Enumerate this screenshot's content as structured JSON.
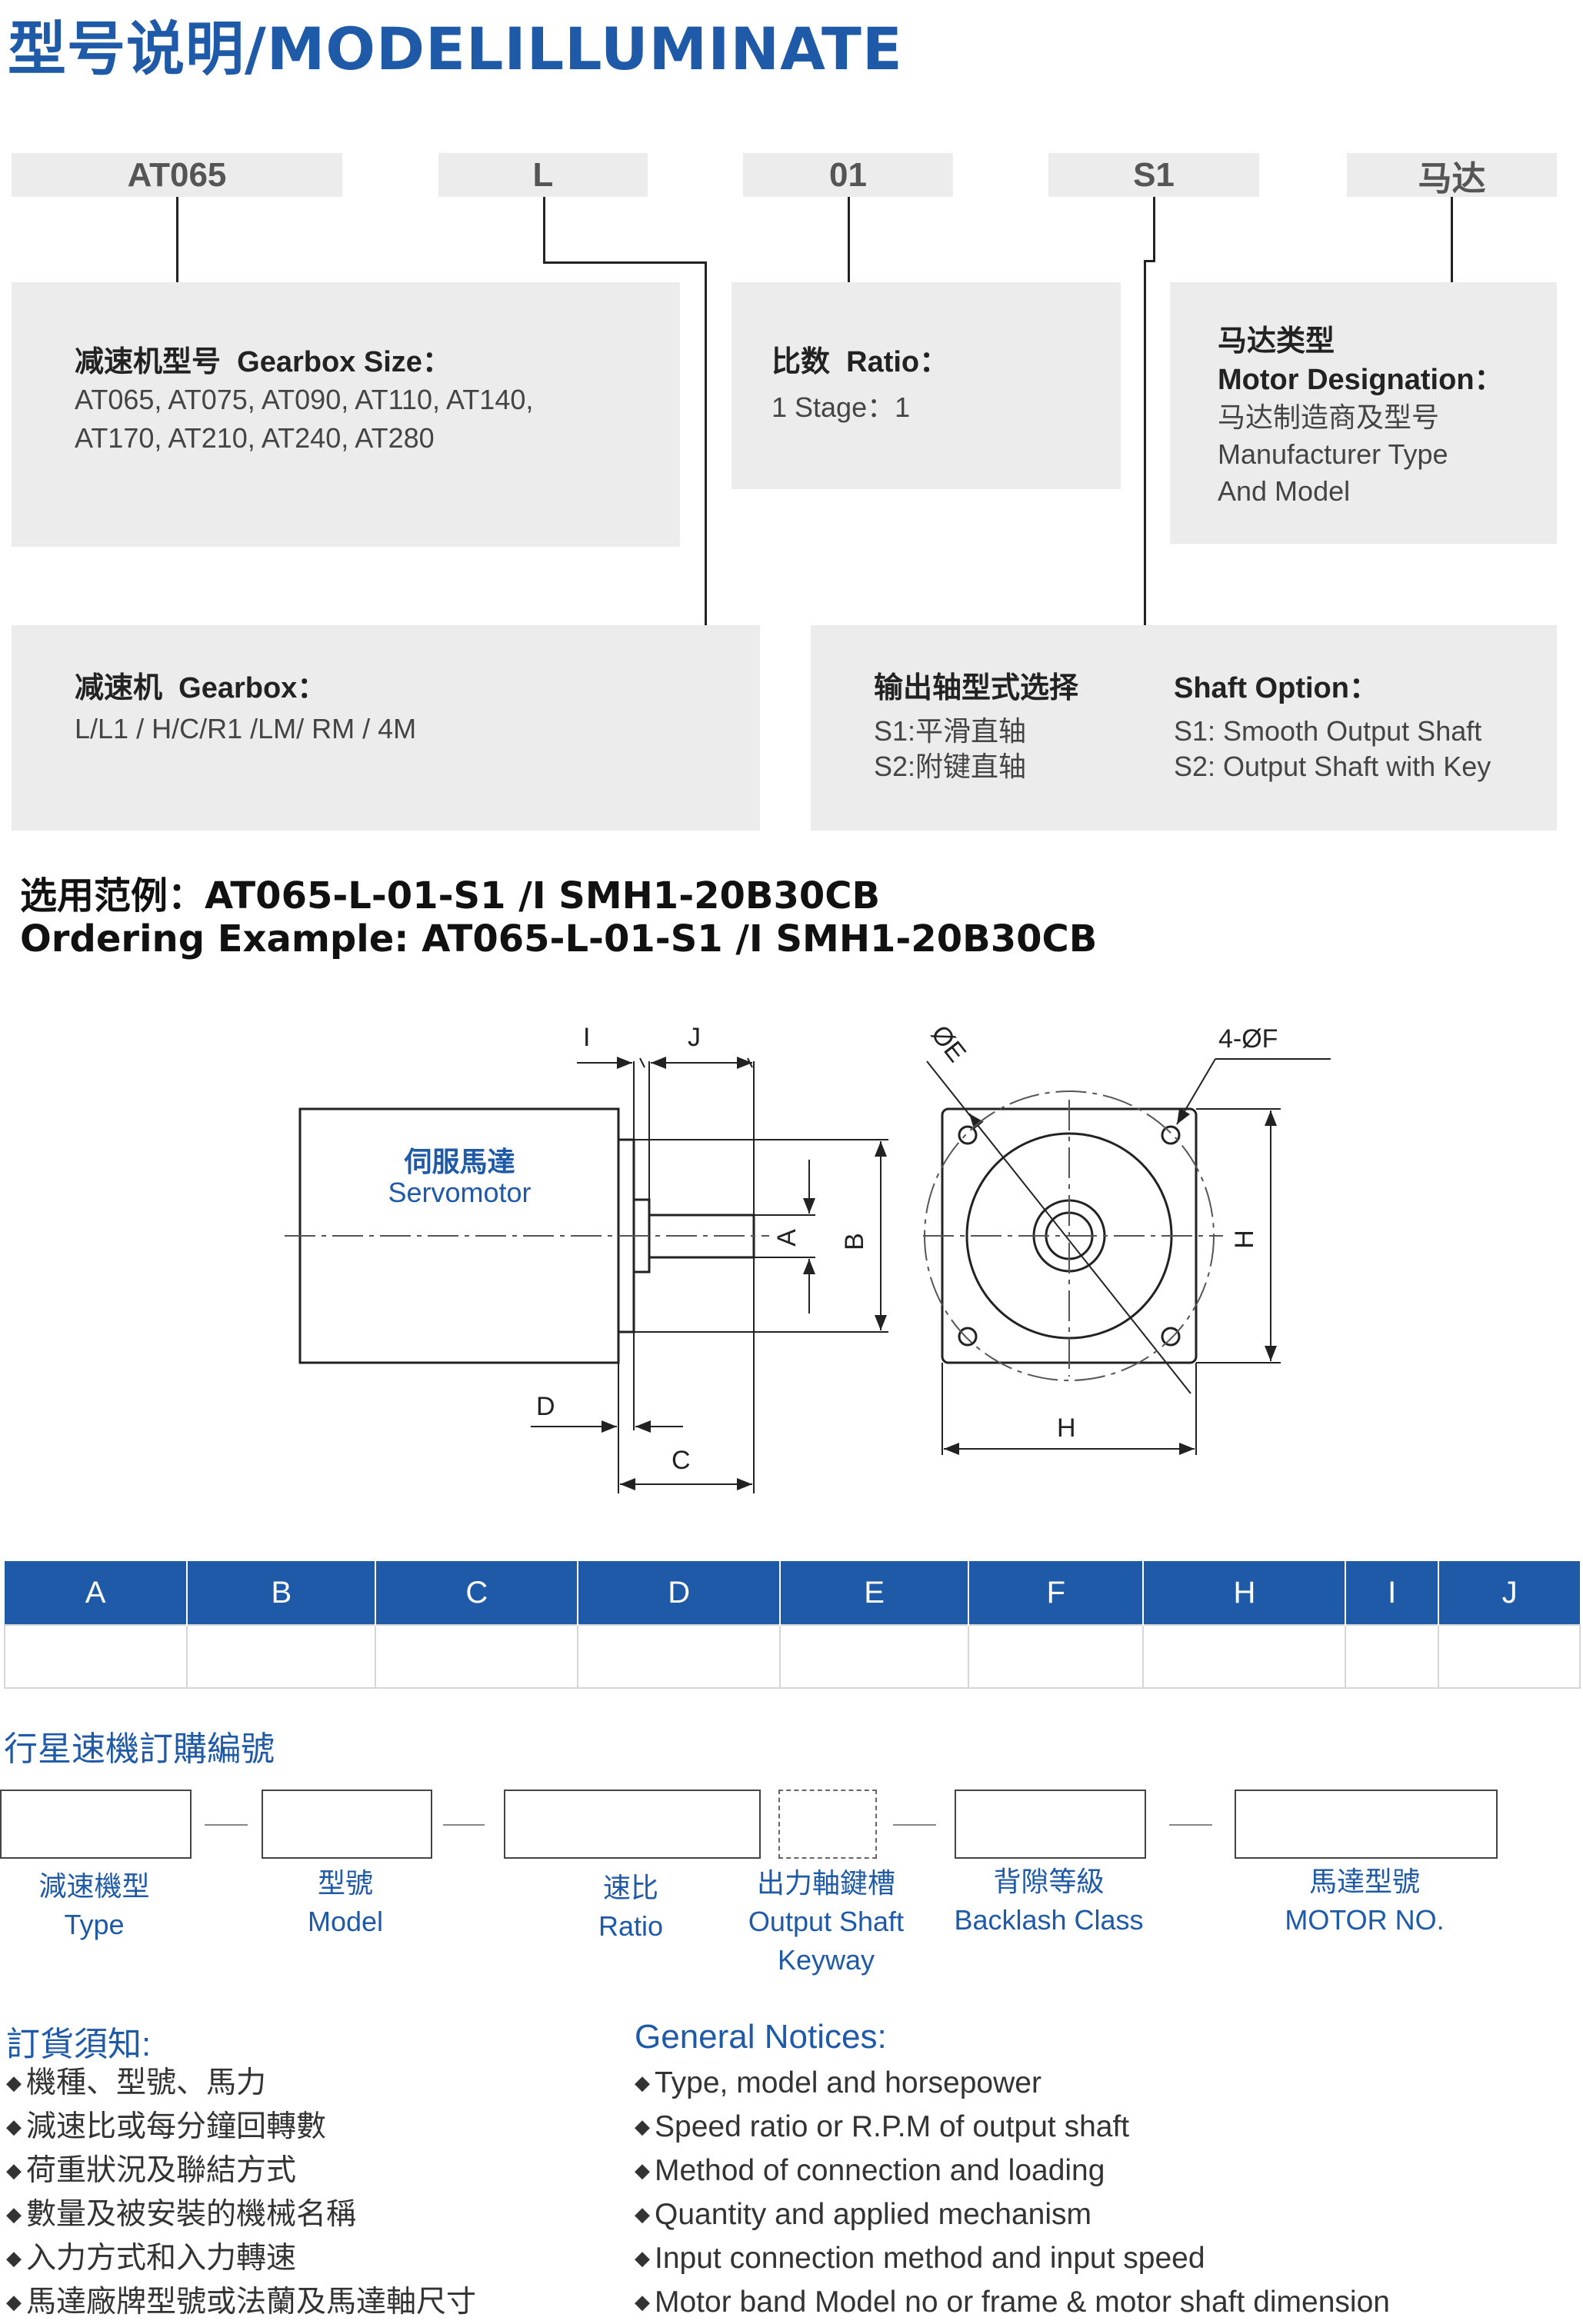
{
  "title": "型号说明/MODELILLUMINATE",
  "model_code": {
    "gearbox_size": "AT065",
    "gearbox_type": "L",
    "ratio": "01",
    "shaft": "S1",
    "motor": "马达"
  },
  "gearbox_size_box": {
    "heading_cn": "减速机型号",
    "heading_en": "Gearbox Size：",
    "line1": "AT065, AT075, AT090, AT110, AT140,",
    "line2": "AT170, AT210, AT240, AT280"
  },
  "ratio_box": {
    "heading_cn": "比数",
    "heading_en": "Ratio：",
    "line1": "1 Stage：1"
  },
  "motor_box": {
    "heading_cn": "马达类型",
    "heading_en": "Motor Designation：",
    "line1": "马达制造商及型号",
    "line2": "Manufacturer Type",
    "line3": "And Model"
  },
  "gearbox_box": {
    "heading_cn": "减速机",
    "heading_en": "Gearbox：",
    "line1": "L/L1 / H/C/R1 /LM/ RM / 4M"
  },
  "shaft_box": {
    "heading_cn": "输出轴型式选择",
    "heading_en": "Shaft Option：",
    "cn1": "S1:平滑直轴",
    "cn2": "S2:附键直轴",
    "en1": "S1: Smooth Output Shaft",
    "en2": "S2: Output Shaft with Key"
  },
  "ordering": {
    "cn": "选用范例：AT065-L-01-S1 /I SMH1-20B30CB",
    "en": "Ordering Example: AT065-L-01-S1 /I SMH1-20B30CB"
  },
  "drawing": {
    "motor_cn": "伺服馬達",
    "motor_en": "Servomotor",
    "labels": {
      "A": "A",
      "B": "B",
      "C": "C",
      "D": "D",
      "E": "ØE",
      "F": "4-ØF",
      "H1": "H",
      "H2": "H",
      "I": "I",
      "J": "J"
    },
    "line_color": "#222222",
    "center_color": "#555555"
  },
  "dimension_table": {
    "headers": [
      "A",
      "B",
      "C",
      "D",
      "E",
      "F",
      "H",
      "I",
      "J"
    ],
    "header_bg": "#1e5aa8"
  },
  "order_code": {
    "title": "行星速機訂購編號",
    "fields": [
      {
        "cn": "減速機型",
        "en": "Type"
      },
      {
        "cn": "型號",
        "en": "Model"
      },
      {
        "cn": "速比",
        "en": "Ratio"
      },
      {
        "cn": "出力軸鍵槽",
        "en": "Output Shaft",
        "en2": "Keyway"
      },
      {
        "cn": "背隙等級",
        "en": "Backlash Class"
      },
      {
        "cn": "馬達型號",
        "en": "MOTOR NO."
      }
    ]
  },
  "notices": {
    "cn_title": "訂貨須知:",
    "en_title": "General Notices:",
    "cn_items": [
      "機種、型號、馬力",
      "減速比或每分鐘回轉數",
      "荷重狀況及聯結方式",
      "數量及被安裝的機械名稱",
      "入力方式和入力轉速",
      "馬達廠牌型號或法蘭及馬達軸尺寸"
    ],
    "en_items": [
      "Type, model and horsepower",
      "Speed ratio or R.P.M of output shaft",
      "Method of connection and loading",
      "Quantity and applied mechanism",
      "Input connection method and input speed",
      "Motor band Model no or frame & motor shaft dimension"
    ]
  },
  "colors": {
    "accent": "#1e5aa8",
    "box_bg": "#ececec"
  }
}
